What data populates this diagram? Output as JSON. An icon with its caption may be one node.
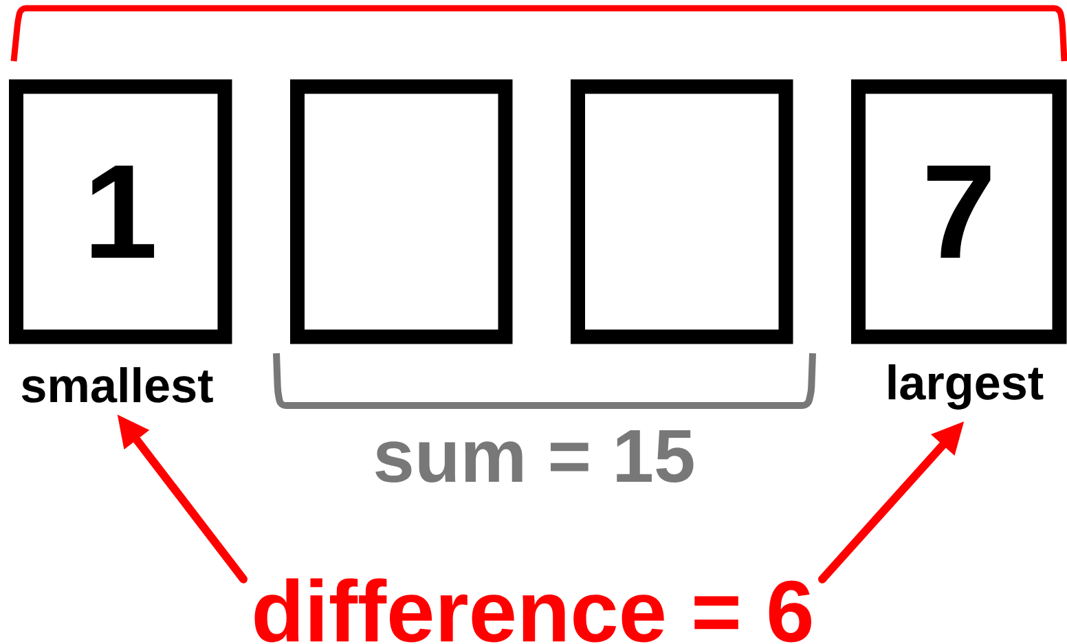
{
  "diagram": {
    "nodes": [
      {
        "text": [
          "1"
        ]
      },
      {
        "text": [],
        "shape": "box"
      },
      {
        "text": [],
        "shape": "box"
      },
      {
        "text": [
          "7"
        ]
      },
      {
        "text": [
          "smallest"
        ]
      },
      {
        "text": [
          "largest"
        ]
      },
      {
        "text": [
          "difference = 6"
        ]
      }
    ],
    "edges": [
      {
        "from": 6,
        "to": 4,
        "arrow": "to"
      },
      {
        "from": 6,
        "to": 5,
        "arrow": "to"
      }
    ],
    "labels": [
      "sum = 15"
    ]
  }
}
